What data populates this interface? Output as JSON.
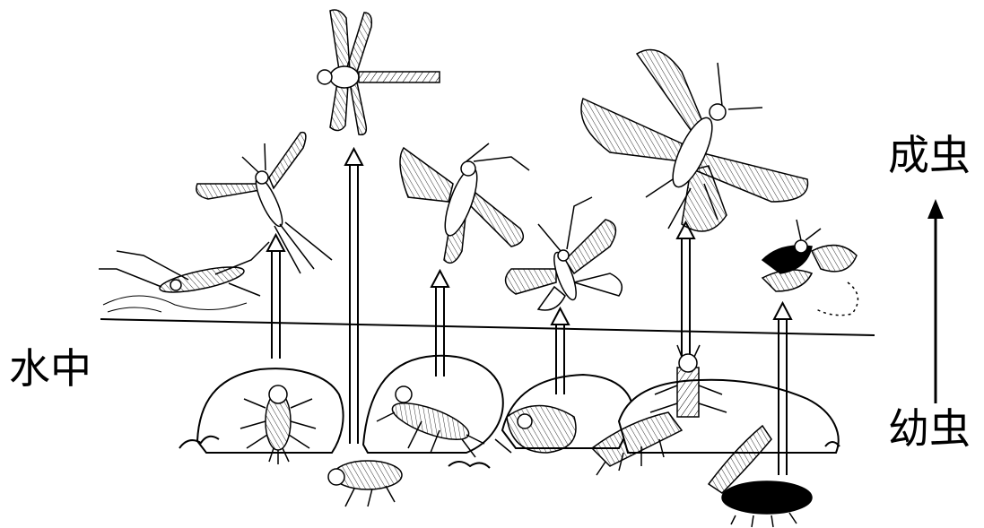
{
  "labels": {
    "water": "水中",
    "adult": "成虫",
    "larva": "幼虫"
  },
  "colors": {
    "ink": "#000000",
    "paper": "#ffffff"
  },
  "insects": {
    "adults": [
      "water-strider",
      "mayfly",
      "dragonfly",
      "stonefly",
      "caddisfly",
      "dobsonfly",
      "beetle"
    ],
    "larvae": [
      "mayfly-nymph",
      "dragonfly-nymph",
      "stonefly-nymph",
      "caddisfly-larva",
      "dobsonfly-larva",
      "beetle-larva"
    ]
  }
}
